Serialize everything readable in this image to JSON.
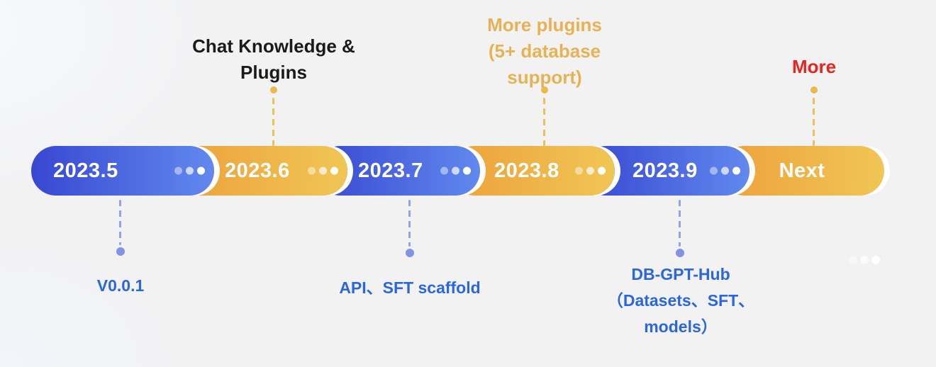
{
  "diagram": {
    "type": "timeline-roadmap",
    "accent_colors": {
      "blue_gradient_start": "#3847D1",
      "blue_gradient_end": "#6189EE",
      "yellow_gradient_start": "#EDA13A",
      "yellow_gradient_end": "#F0C654",
      "separator_ring": "#FFFFFF",
      "annotation_black": "#1A1A1A",
      "annotation_gold": "#E7B254",
      "annotation_red": "#E42522",
      "annotation_blue": "#2B66DC",
      "connector_gold": "#ECC258",
      "connector_blue": "#93A2E8"
    },
    "segments": [
      {
        "label": "2023.5",
        "style": "blue",
        "trailing_dots": true
      },
      {
        "label": "2023.6",
        "style": "yellow",
        "trailing_dots": true
      },
      {
        "label": "2023.7",
        "style": "blue",
        "trailing_dots": true
      },
      {
        "label": "2023.8",
        "style": "yellow",
        "trailing_dots": true
      },
      {
        "label": "2023.9",
        "style": "blue",
        "trailing_dots": true
      },
      {
        "label": "Next",
        "style": "yellow",
        "trailing_dots": false
      }
    ],
    "annotations_above": [
      {
        "text": "Chat Knowledge &\nPlugins",
        "attached_to": "2023.6"
      },
      {
        "text": "More plugins\n(5+ database\nsupport)",
        "attached_to": "2023.8"
      },
      {
        "text": "More",
        "attached_to": "Next"
      }
    ],
    "annotations_below": [
      {
        "text": "V0.0.1",
        "attached_to": "2023.5"
      },
      {
        "text": "API、SFT scaffold",
        "attached_to": "2023.7"
      },
      {
        "text": "DB-GPT-Hub\n（Datasets、SFT、\nmodels）",
        "attached_to": "2023.9"
      }
    ]
  }
}
